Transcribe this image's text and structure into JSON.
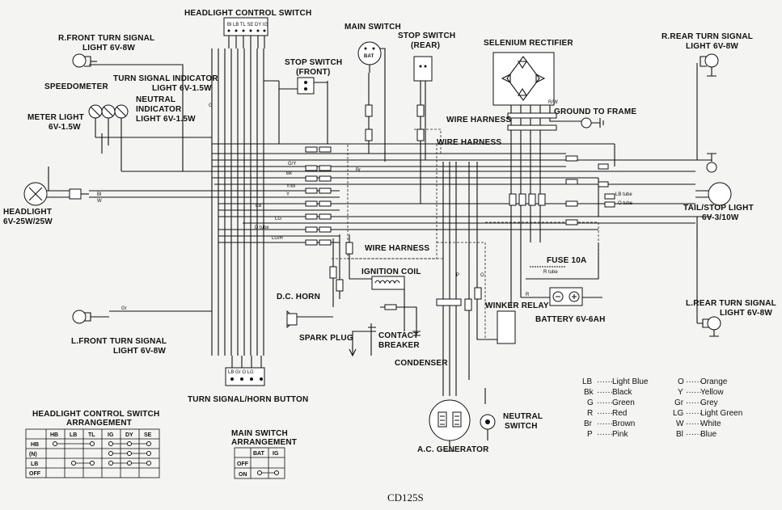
{
  "title": "CD125S",
  "labels": {
    "headlight_control_switch": "HEADLIGHT CONTROL SWITCH",
    "r_front_turn_signal_1": "R.FRONT TURN SIGNAL",
    "r_front_turn_signal_2": "LIGHT 6V-8W",
    "main_switch": "MAIN SWITCH",
    "stop_switch_rear_1": "STOP SWITCH",
    "stop_switch_rear_2": "(REAR)",
    "selenium_rectifier": "SELENIUM RECTIFIER",
    "r_rear_turn_signal_1": "R.REAR TURN SIGNAL",
    "r_rear_turn_signal_2": "LIGHT 6V-8W",
    "stop_switch_front_1": "STOP SWITCH",
    "stop_switch_front_2": "(FRONT)",
    "turn_signal_indicator_1": "TURN SIGNAL INDICATOR",
    "turn_signal_indicator_2": "LIGHT 6V-1.5W",
    "speedometer": "SPEEDOMETER",
    "neutral_indicator_1": "NEUTRAL",
    "neutral_indicator_2": "INDICATOR",
    "neutral_indicator_3": "LIGHT 6V-1.5W",
    "meter_light_1": "METER LIGHT",
    "meter_light_2": "6V-1.5W",
    "ground_to_frame": "GROUND TO FRAME",
    "wire_harness_1": "WIRE HARNESS",
    "wire_harness_2": "WIRE HARNESS",
    "wire_harness_3": "WIRE HARNESS",
    "headlight_1": "HEADLIGHT",
    "headlight_2": "6V-25W/25W",
    "tail_stop_light_1": "TAIL/STOP LIGHT",
    "tail_stop_light_2": "6V-3/10W",
    "ignition_coil": "IGNITION COIL",
    "fuse": "FUSE 10A",
    "dc_horn": "D.C. HORN",
    "winker_relay": "WINKER RELAY",
    "l_rear_turn_signal_1": "L.REAR TURN SIGNAL",
    "l_rear_turn_signal_2": "LIGHT 6V-8W",
    "battery": "BATTERY 6V-6AH",
    "spark_plug": "SPARK PLUG",
    "contact_breaker_1": "CONTACT",
    "contact_breaker_2": "BREAKER",
    "l_front_turn_signal_1": "L.FRONT TURN SIGNAL",
    "l_front_turn_signal_2": "LIGHT 6V-8W",
    "condenser": "CONDENSER",
    "turn_signal_horn_button": "TURN SIGNAL/HORN BUTTON",
    "ac_generator": "A.C. GENERATOR",
    "neutral_switch_1": "NEUTRAL",
    "neutral_switch_2": "SWITCH",
    "bat": "BAT"
  },
  "wire_labels": {
    "lb_tube": "LB tube",
    "d_tube": "D tube",
    "r_tube": "R tube",
    "o_tube": "O tube",
    "gr": "Gr",
    "g": "G",
    "gy": "G/Y",
    "bk": "Bk",
    "bl": "Bl",
    "yw": "Y/W",
    "y": "Y",
    "w": "W",
    "lb": "LB",
    "lg": "LG",
    "lgr": "LG/R",
    "r": "R",
    "rw": "R/W",
    "p": "P",
    "br": "Br",
    "o": "O"
  },
  "switch_labels": {
    "hl_header": "Bl LB TL SE DY IG",
    "tsh_header": "LB Gr O LG"
  },
  "headlight_table": {
    "title_1": "HEADLIGHT CONTROL SWITCH",
    "title_2": "ARRANGEMENT",
    "columns": [
      "HB",
      "LB",
      "TL",
      "IG",
      "DY",
      "SE"
    ],
    "rows": [
      "HB",
      "(N)",
      "LB",
      "OFF"
    ]
  },
  "main_switch_table": {
    "title_1": "MAIN SWITCH",
    "title_2": "ARRANGEMENT",
    "columns": [
      "BAT",
      "IG"
    ],
    "rows": [
      "OFF",
      "ON"
    ]
  },
  "legend": [
    {
      "code": "LB",
      "name": "Light Blue"
    },
    {
      "code": "Bk",
      "name": "Black"
    },
    {
      "code": "G",
      "name": "Green"
    },
    {
      "code": "R",
      "name": "Red"
    },
    {
      "code": "Br",
      "name": "Brown"
    },
    {
      "code": "P",
      "name": "Pink"
    },
    {
      "code": "O",
      "name": "Orange"
    },
    {
      "code": "Y",
      "name": "Yellow"
    },
    {
      "code": "Gr",
      "name": "Grey"
    },
    {
      "code": "LG",
      "name": "Light Green"
    },
    {
      "code": "W",
      "name": "White"
    },
    {
      "code": "Bl",
      "name": "Blue"
    }
  ]
}
